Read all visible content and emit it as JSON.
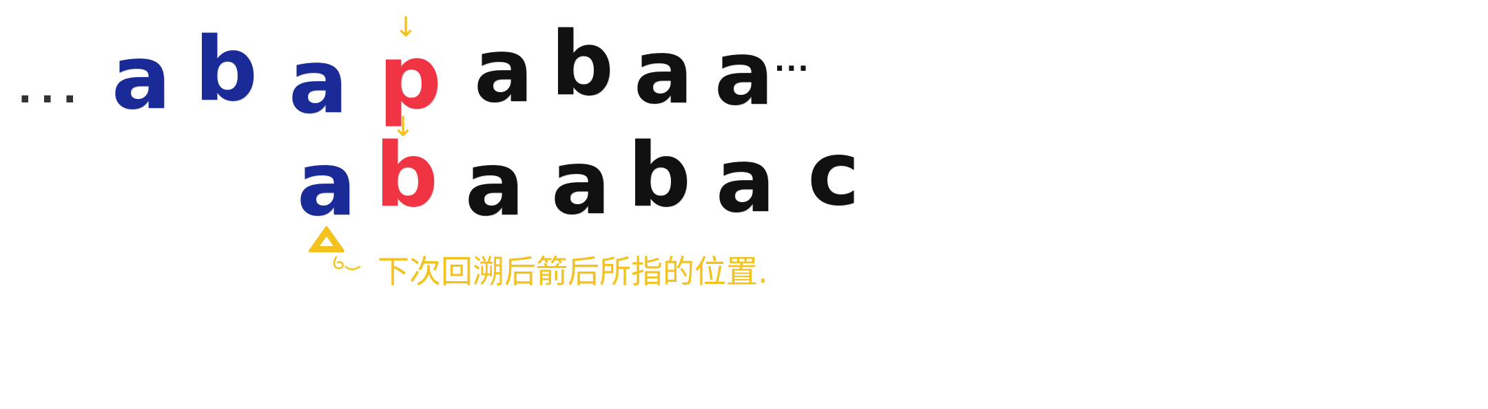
{
  "colors": {
    "matched": "#1a2a96",
    "mismatch": "#f03444",
    "pending": "#111111",
    "accent": "#f4c21e",
    "ellipsis_gray": "#333333"
  },
  "text_row": {
    "leading_ellipsis": "...",
    "before": [
      "a",
      "b",
      "a"
    ],
    "mismatch": "p",
    "after": [
      "a",
      "b",
      "a",
      "a"
    ],
    "trailing_ellipsis": "..."
  },
  "pattern_row": {
    "matched": [
      "a"
    ],
    "mismatch": "b",
    "rest": [
      "a",
      "a",
      "b",
      "a",
      "c"
    ]
  },
  "pointer": {
    "top_arrow": "↓",
    "bottom_arrow": "↓"
  },
  "icons": {
    "triangle": "triangle-icon",
    "curl": "curl-arrow-icon"
  },
  "annotation": {
    "text": "下次回溯后箭后所指的位置."
  }
}
